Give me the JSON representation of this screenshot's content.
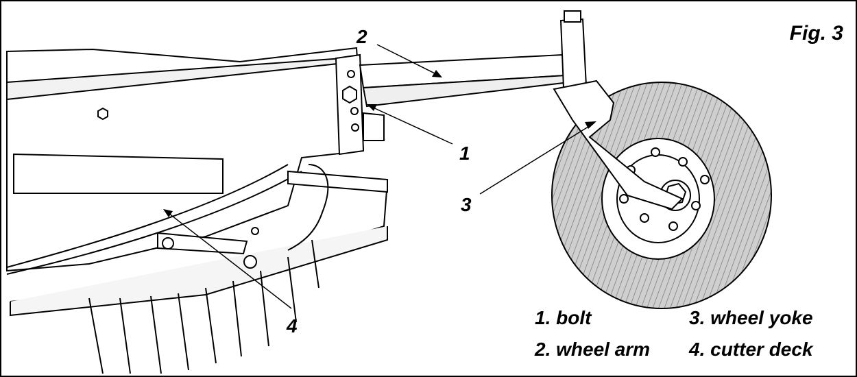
{
  "figure": {
    "label": "Fig. 3"
  },
  "callouts": {
    "c1": "1",
    "c2": "2",
    "c3": "3",
    "c4": "4"
  },
  "legend": {
    "bolt": "1. bolt",
    "wheel_arm": "2. wheel arm",
    "wheel_yoke": "3. wheel yoke",
    "cutter_deck": "4. cutter deck"
  }
}
